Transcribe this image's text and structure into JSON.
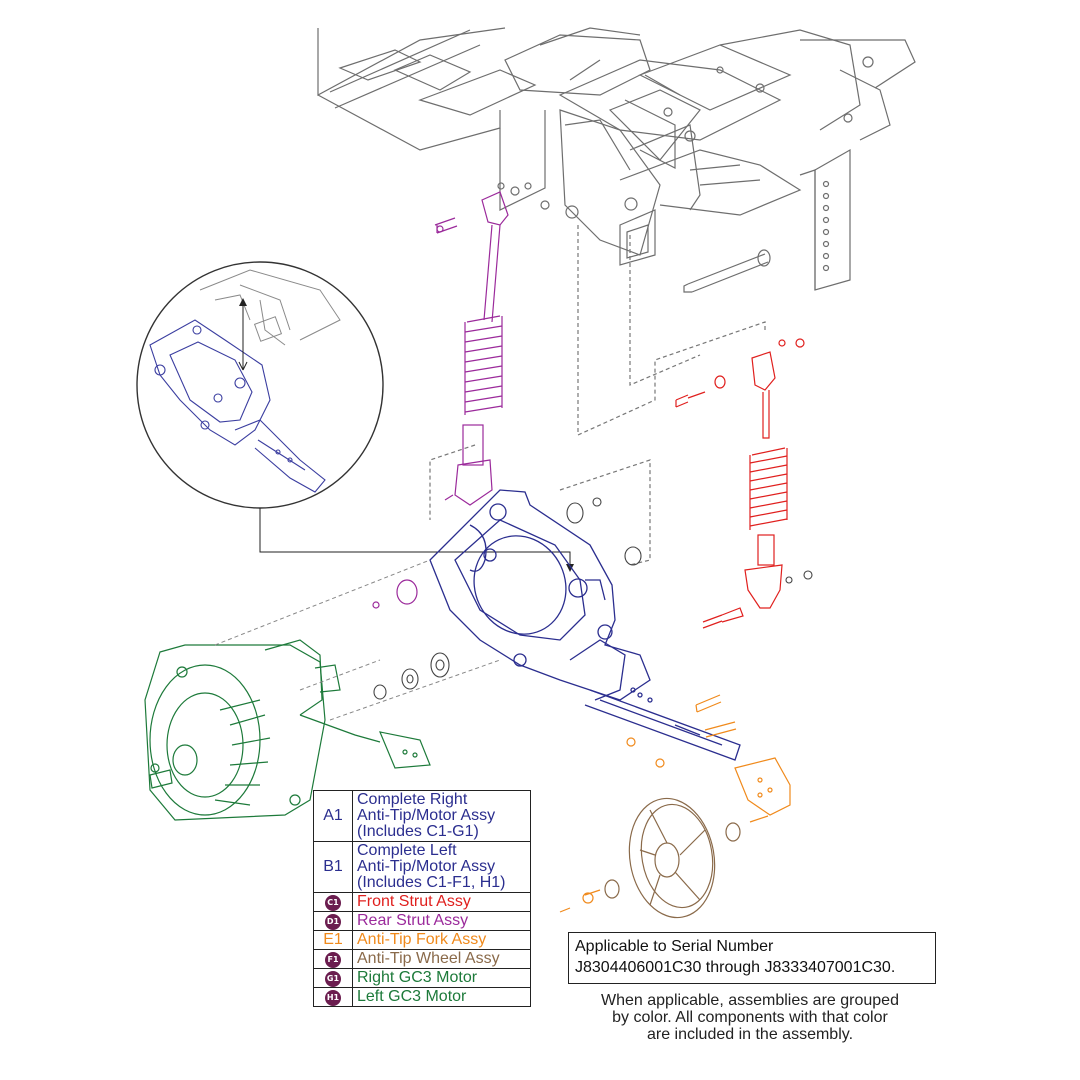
{
  "legend": {
    "items": [
      {
        "code": "A1",
        "code_style": "letter",
        "label_lines": [
          "Complete Right",
          "Anti-Tip/Motor Assy",
          "(Includes C1-G1)"
        ],
        "color": "#2b2e8f"
      },
      {
        "code": "B1",
        "code_style": "letter",
        "label_lines": [
          "Complete Left",
          "Anti-Tip/Motor Assy",
          "(Includes C1-F1, H1)"
        ],
        "color": "#2b2e8f"
      },
      {
        "code": "C1",
        "code_style": "badge",
        "label_lines": [
          "Front Strut Assy"
        ],
        "color": "#e0201e"
      },
      {
        "code": "D1",
        "code_style": "badge",
        "label_lines": [
          "Rear Strut Assy"
        ],
        "color": "#9b2a9b"
      },
      {
        "code": "E1",
        "code_style": "letter",
        "label_lines": [
          "Anti-Tip Fork Assy"
        ],
        "color": "#f08a1c"
      },
      {
        "code": "F1",
        "code_style": "badge",
        "label_lines": [
          "Anti-Tip Wheel Assy"
        ],
        "color": "#8a6a4a"
      },
      {
        "code": "G1",
        "code_style": "badge",
        "label_lines": [
          "Right GC3 Motor"
        ],
        "color": "#1d7a3a"
      },
      {
        "code": "H1",
        "code_style": "badge",
        "label_lines": [
          "Left GC3 Motor"
        ],
        "color": "#1d7a3a"
      }
    ]
  },
  "serial": {
    "line1": "Applicable to Serial Number",
    "line2": "J8304406001C30 through J8333407001C30."
  },
  "note": {
    "line1": "When applicable, assemblies are grouped",
    "line2": "by color. All components with that color",
    "line3": "are included in the assembly."
  },
  "colors": {
    "frame": "#6e6e6e",
    "dashed_leader": "#777777",
    "anti_tip_assy": "#2b2e8f",
    "front_strut": "#e0201e",
    "rear_strut": "#9b2a9b",
    "anti_tip_fork": "#f08a1c",
    "anti_tip_wheel": "#8a6a4a",
    "motor": "#1d7a3a",
    "badge_bg": "#6b1d4f"
  }
}
